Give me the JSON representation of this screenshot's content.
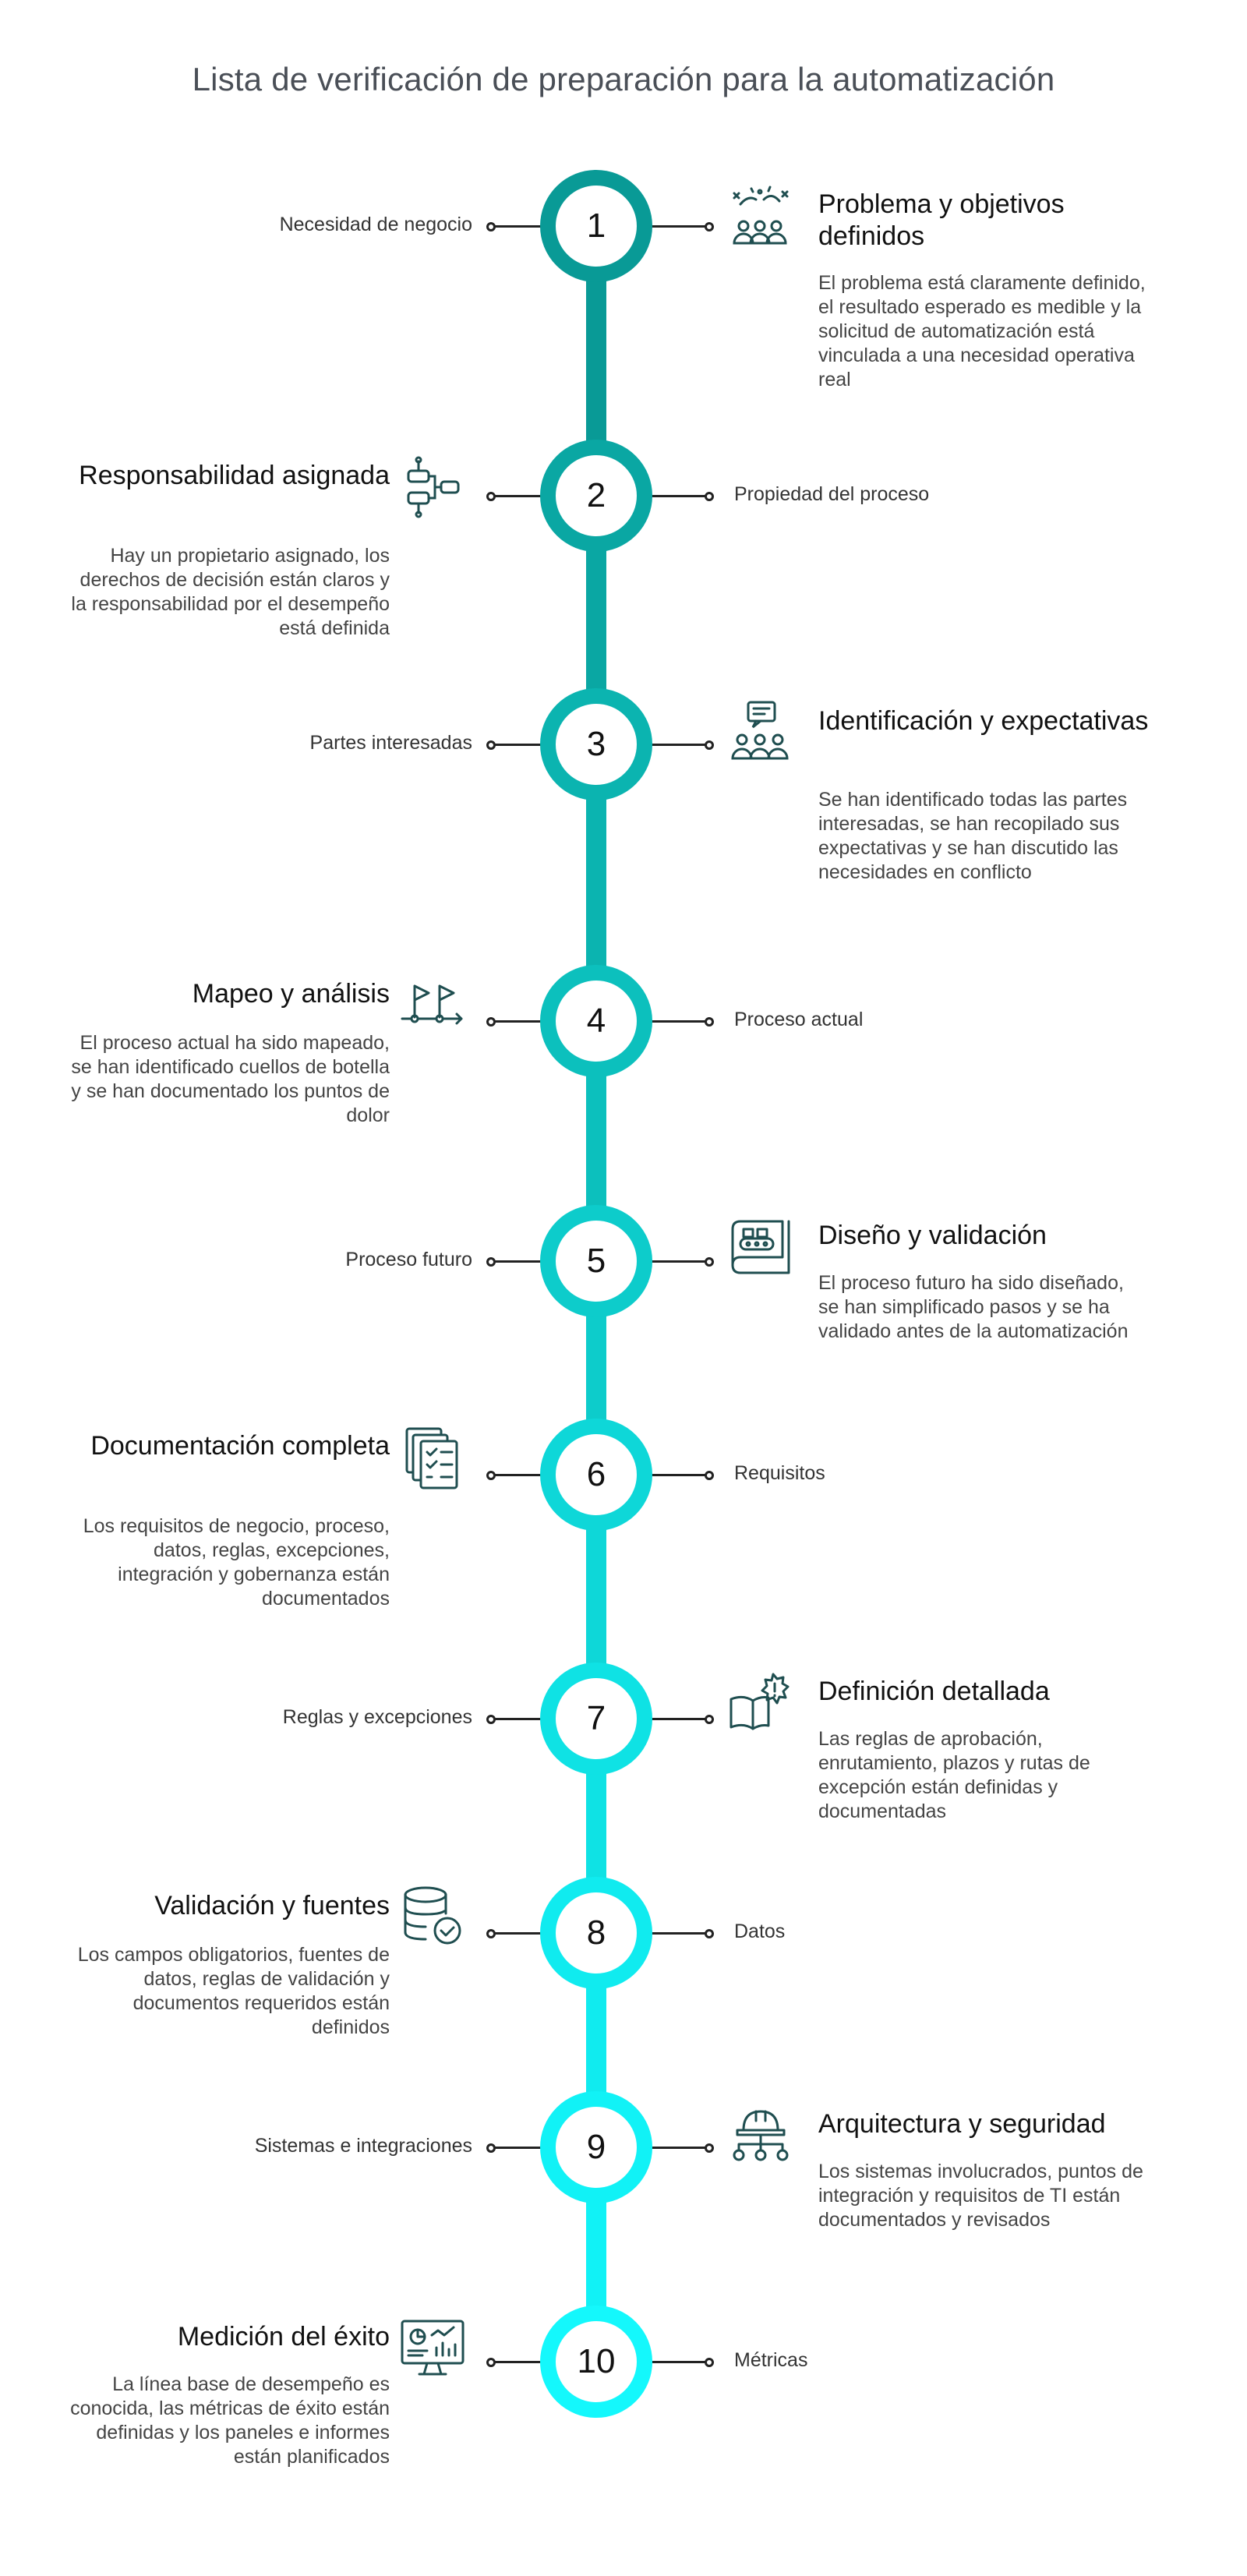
{
  "title": "Lista de verificación de preparación para la automatización",
  "colors": {
    "steps": [
      "#099a96",
      "#0aa7a3",
      "#0bb4b0",
      "#0cc0bd",
      "#0dcccb",
      "#0ed7d8",
      "#0fe2e4",
      "#10ebef",
      "#11f2f6",
      "#14f8fc"
    ],
    "icon": "#1f4e50",
    "connector": "#222222"
  },
  "steps": [
    {
      "number": "1",
      "side_label": "Necesidad de negocio",
      "title": "Problema y objetivos definidos",
      "description": "El problema está claramente definido, el resultado esperado es medible y la solicitud de automatización está vinculada a una necesidad operativa real",
      "icon": "people-celebration-icon"
    },
    {
      "number": "2",
      "side_label": "Propiedad del proceso",
      "title": "Responsabilidad asignada",
      "description": "Hay un propietario asignado, los derechos de decisión están claros y la responsabilidad por el desempeño está definida",
      "icon": "hierarchy-blocks-icon"
    },
    {
      "number": "3",
      "side_label": "Partes interesadas",
      "title": "Identificación y expectativas",
      "description": "Se han identificado todas las partes interesadas, se han recopilado sus expectativas y se han discutido las necesidades en conflicto",
      "icon": "group-chat-icon"
    },
    {
      "number": "4",
      "side_label": "Proceso actual",
      "title": "Mapeo y análisis",
      "description": "El proceso actual ha sido mapeado, se han identificado cuellos de botella y se han documentado los puntos de dolor",
      "icon": "flags-path-icon"
    },
    {
      "number": "5",
      "side_label": "Proceso futuro",
      "title": "Diseño y validación",
      "description": "El proceso futuro ha sido diseñado, se han simplificado pasos y se ha validado antes de la automatización",
      "icon": "blueprint-icon"
    },
    {
      "number": "6",
      "side_label": "Requisitos",
      "title": "Documentación completa",
      "description": "Los requisitos de negocio, proceso, datos, reglas, excepciones, integración y gobernanza están documentados",
      "icon": "checklist-documents-icon"
    },
    {
      "number": "7",
      "side_label": "Reglas y excepciones",
      "title": "Definición detallada",
      "description": "Las reglas de aprobación, enrutamiento, plazos y rutas de excepción están definidas y documentadas",
      "icon": "book-alert-icon"
    },
    {
      "number": "8",
      "side_label": "Datos",
      "title": "Validación y fuentes",
      "description": "Los campos obligatorios, fuentes de datos, reglas de validación y documentos requeridos están definidos",
      "icon": "database-check-icon"
    },
    {
      "number": "9",
      "side_label": "Sistemas e integraciones",
      "title": "Arquitectura y seguridad",
      "description": "Los sistemas involucrados, puntos de integración y requisitos de TI están documentados y revisados",
      "icon": "network-helmet-icon"
    },
    {
      "number": "10",
      "side_label": "Métricas",
      "title": "Medición del éxito",
      "description": "La línea base de desempeño es conocida, las métricas de éxito están definidas y los paneles e informes están planificados",
      "icon": "dashboard-monitor-icon"
    }
  ]
}
